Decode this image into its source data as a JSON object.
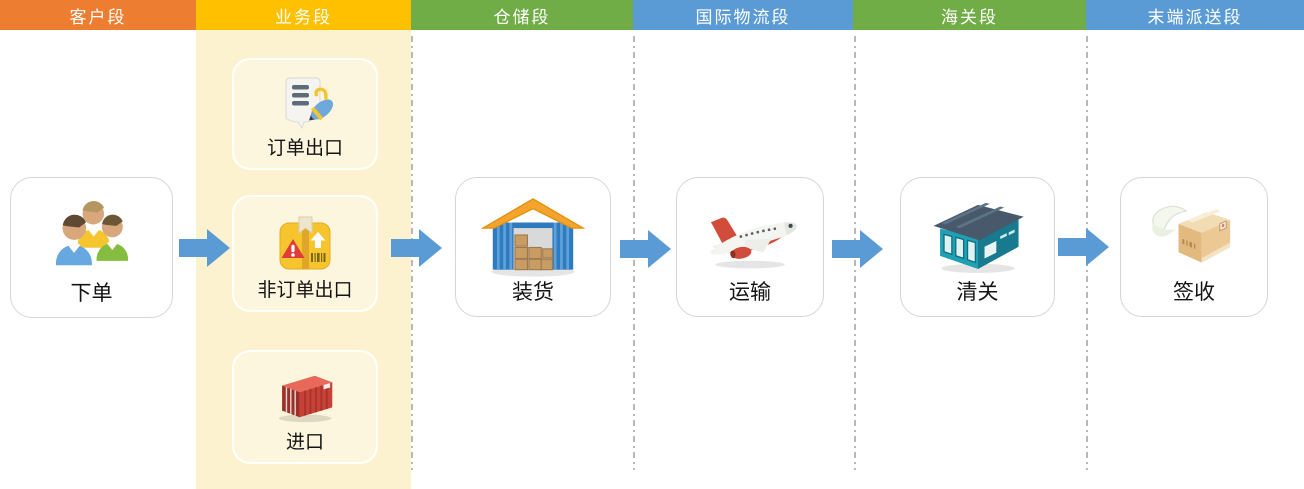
{
  "lanes": [
    {
      "id": "customer",
      "label": "客户段",
      "color": "#ED7D31"
    },
    {
      "id": "business",
      "label": "业务段",
      "color": "#FFC000",
      "band_color": "#FDF2CF"
    },
    {
      "id": "warehouse",
      "label": "仓储段",
      "color": "#70AD47"
    },
    {
      "id": "intl_logistics",
      "label": "国际物流段",
      "color": "#5B9BD5"
    },
    {
      "id": "customs",
      "label": "海关段",
      "color": "#70AD47"
    },
    {
      "id": "last_mile",
      "label": "末端派送段",
      "color": "#5B9BD5"
    }
  ],
  "nodes": {
    "place_order": {
      "label": "下单",
      "icon": "customers-icon"
    },
    "order_export": {
      "label": "订单出口",
      "icon": "document-pen-icon"
    },
    "non_order_export": {
      "label": "非订单出口",
      "icon": "warning-package-icon"
    },
    "import_node": {
      "label": "进口",
      "icon": "shipping-container-icon"
    },
    "loading": {
      "label": "装货",
      "icon": "warehouse-icon"
    },
    "transport": {
      "label": "运输",
      "icon": "airplane-icon"
    },
    "customs_clearance": {
      "label": "清关",
      "icon": "customs-building-icon"
    },
    "sign_receipt": {
      "label": "签收",
      "icon": "winged-parcel-icon"
    }
  },
  "flow": {
    "arrow_color": "#5B9BD5",
    "separator_color": "#B9B9B9",
    "arrow_count": 5
  }
}
